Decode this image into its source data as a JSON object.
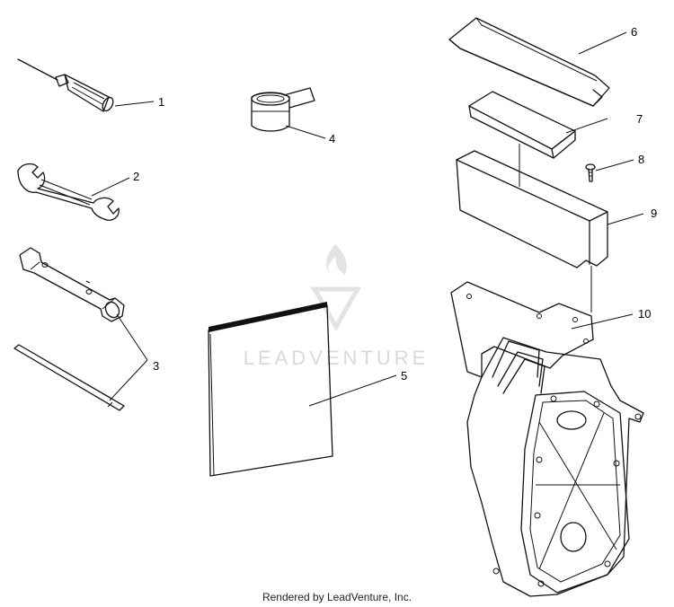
{
  "callouts": [
    "1",
    "2",
    "3",
    "4",
    "5",
    "6",
    "7",
    "8",
    "9",
    "10"
  ],
  "watermark": {
    "text": "LEADVENTURE"
  },
  "footer": {
    "text": "Rendered by LeadVenture, Inc."
  }
}
